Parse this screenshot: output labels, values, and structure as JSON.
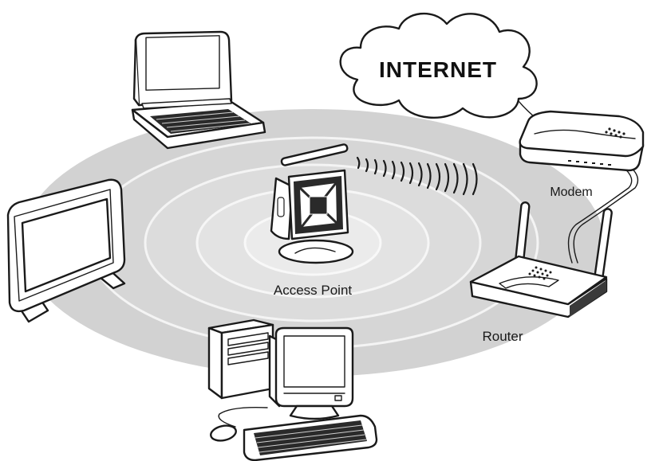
{
  "cloud": {
    "label": "INTERNET"
  },
  "devices": {
    "modem": {
      "label": "Modem",
      "icon": "modem-icon"
    },
    "router": {
      "label": "Router",
      "icon": "router-icon"
    },
    "access_point": {
      "label": "Access Point",
      "icon": "access-point-icon"
    },
    "laptop": {
      "icon": "laptop-icon"
    },
    "monitor": {
      "icon": "monitor-icon"
    },
    "desktop": {
      "icon": "desktop-computer-icon"
    }
  },
  "colors": {
    "ring_outer": "#d2d2d2",
    "ring_mid": "#dedede",
    "ring_inner": "#ececec",
    "ring_line": "#f7f7f7",
    "ink": "#1a1a1a",
    "screen": "#ffffff"
  }
}
